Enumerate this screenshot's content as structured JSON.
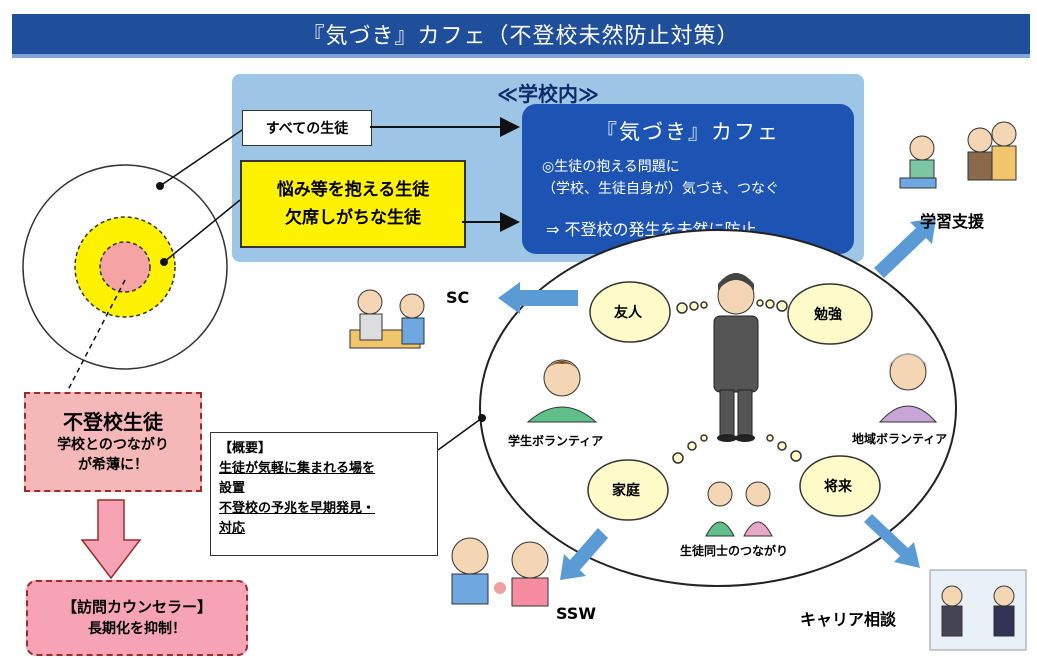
{
  "title": "『気づき』カフェ（不登校未然防止対策）",
  "school_label": "≪学校内≫",
  "all_students": "すべての生徒",
  "troubled": {
    "line1": "悩み等を抱える生徒",
    "line2": "欠席しがちな生徒"
  },
  "cafe": {
    "title": "『気づき』カフェ",
    "line1": "◎生徒の抱える問題に",
    "line2": "（学校、生徒自身が）気づき、つなぐ",
    "line3_prefix": "⇒ 不登校の発生を",
    "line3_underline": "未然に防止"
  },
  "clouds": {
    "friend": "友人",
    "study": "勉強",
    "home": "家庭",
    "future": "将来"
  },
  "labels": {
    "student_volunteer": "学生ボランティア",
    "community_volunteer": "地域ボランティア",
    "peer_connection": "生徒同士のつながり"
  },
  "external": {
    "sc": "SC",
    "ssw": "SSW",
    "learning_support": "学習支援",
    "career": "キャリア相談"
  },
  "futoko": {
    "title": "不登校生徒",
    "sub1": "学校とのつながり",
    "sub2": "が希薄に！"
  },
  "visit": {
    "title": "【訪問カウンセラー】",
    "sub": "長期化を抑制！"
  },
  "outline": {
    "heading": "【概要】",
    "line1": "生徒が気軽に集まれる場を",
    "line2": "設置",
    "line3": "不登校の予兆を早期発見・",
    "line4": "対応"
  },
  "colors": {
    "title_bar": "#1f4e9a",
    "school_panel": "#9dc6e6",
    "cafe_box": "#1d54b3",
    "highlight_yellow": "#fff200",
    "pink_box": "#f5b8b8",
    "arrow_blue": "#5b9bd5"
  },
  "icons": [
    "target-circle-icon",
    "thought-cloud-icon",
    "student-figure-icon",
    "people-illustration-icon"
  ]
}
